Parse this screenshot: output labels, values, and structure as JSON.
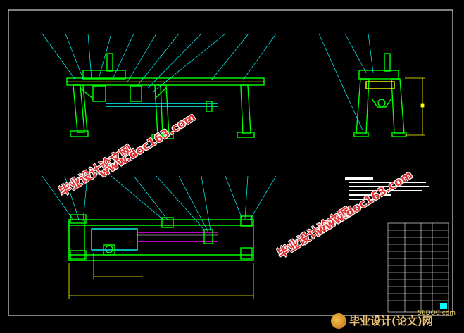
{
  "watermarks": {
    "cn_title": "毕业设计论文网",
    "url": "www.doc163.com"
  },
  "logo": {
    "text": "毕业设计(论文)网",
    "url": "56DOC.com"
  },
  "colors": {
    "background": "#000000",
    "structure": "#00ff00",
    "leader": "#00ffff",
    "highlight": "#ffff00",
    "frame": "#ffffff",
    "detail": "#ff00ff"
  }
}
